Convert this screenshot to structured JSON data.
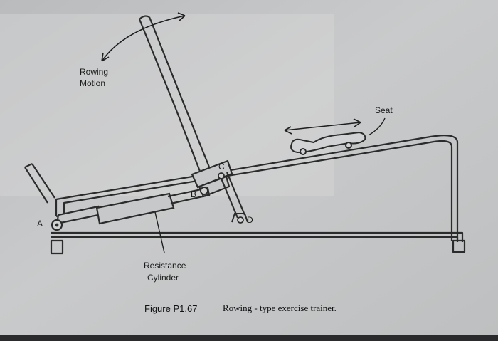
{
  "labels": {
    "rowing_line1": "Rowing",
    "rowing_line2": "Motion",
    "seat": "Seat",
    "point_a": "A",
    "point_b": "B",
    "point_c": "C",
    "point_d": "D",
    "resistance_line1": "Resistance",
    "resistance_line2": "Cylinder"
  },
  "caption": {
    "figure_number": "Figure P1.67",
    "figure_title": "Rowing - type exercise trainer."
  }
}
